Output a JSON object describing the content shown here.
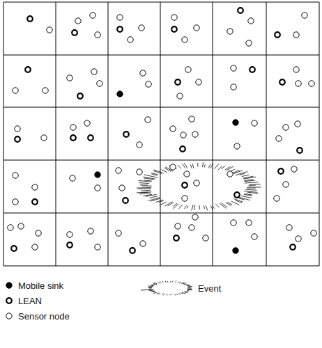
{
  "diagram": {
    "legend": [
      {
        "text": "Mobile sink"
      },
      {
        "text": "LEAN"
      },
      {
        "text": "Sensor node"
      },
      {
        "text": "Event"
      }
    ]
  }
}
